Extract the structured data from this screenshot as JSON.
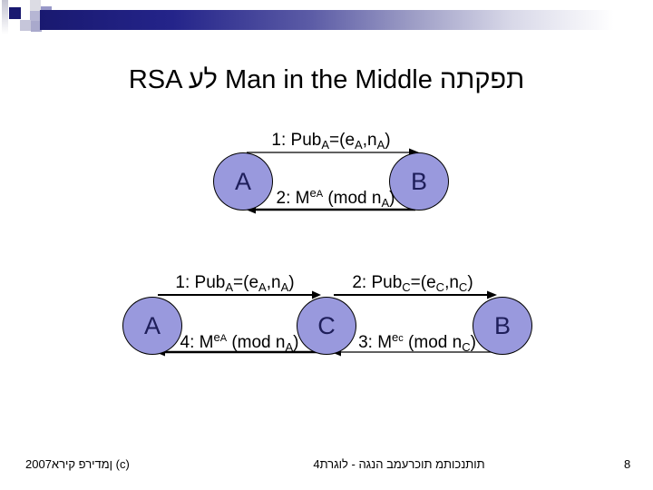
{
  "slide": {
    "title": "RSA על Man in the Middle התקפת",
    "footer_left": "2007אריק פרידמן (c)",
    "footer_center": "4תרגול - הגנה במערכות מתוכנתות",
    "page_number": "8"
  },
  "colors": {
    "accent_navy": "#191970",
    "node_fill": "#9999dd",
    "node_border": "#000000",
    "node_text": "#1e1e5a",
    "arrow": "#000000"
  },
  "top_diagram": {
    "nodes": [
      {
        "id": "A",
        "label": "A"
      },
      {
        "id": "B",
        "label": "B"
      }
    ],
    "msg1": {
      "segments": [
        {
          "t": "text",
          "v": "1: Pub"
        },
        {
          "t": "sub",
          "v": "A"
        },
        {
          "t": "text",
          "v": "=(e"
        },
        {
          "t": "sub",
          "v": "A"
        },
        {
          "t": "text",
          "v": ",n"
        },
        {
          "t": "sub",
          "v": "A"
        },
        {
          "t": "text",
          "v": ")"
        }
      ]
    },
    "msg2": {
      "segments": [
        {
          "t": "text",
          "v": "2: M"
        },
        {
          "t": "sup",
          "v": "e"
        },
        {
          "t": "sup_small",
          "v": "A"
        },
        {
          "t": "text",
          "v": " (mod n"
        },
        {
          "t": "sub",
          "v": "A"
        },
        {
          "t": "text",
          "v": ")"
        }
      ]
    }
  },
  "bottom_diagram": {
    "nodes": [
      {
        "id": "A",
        "label": "A"
      },
      {
        "id": "C",
        "label": "C"
      },
      {
        "id": "B",
        "label": "B"
      }
    ],
    "msg1": {
      "segments": [
        {
          "t": "text",
          "v": "1: Pub"
        },
        {
          "t": "sub",
          "v": "A"
        },
        {
          "t": "text",
          "v": "=(e"
        },
        {
          "t": "sub",
          "v": "A"
        },
        {
          "t": "text",
          "v": ",n"
        },
        {
          "t": "sub",
          "v": "A"
        },
        {
          "t": "text",
          "v": ")"
        }
      ]
    },
    "msg2": {
      "segments": [
        {
          "t": "text",
          "v": "2: Pub"
        },
        {
          "t": "sub",
          "v": "C"
        },
        {
          "t": "text",
          "v": "=(e"
        },
        {
          "t": "sub",
          "v": "C"
        },
        {
          "t": "text",
          "v": ",n"
        },
        {
          "t": "sub",
          "v": "C"
        },
        {
          "t": "text",
          "v": ")"
        }
      ]
    },
    "msg4": {
      "segments": [
        {
          "t": "text",
          "v": "4: M"
        },
        {
          "t": "sup",
          "v": "e"
        },
        {
          "t": "sup_small",
          "v": "A"
        },
        {
          "t": "text",
          "v": " (mod n"
        },
        {
          "t": "sub",
          "v": "A"
        },
        {
          "t": "text",
          "v": ")"
        }
      ]
    },
    "msg3": {
      "segments": [
        {
          "t": "text",
          "v": "3: M"
        },
        {
          "t": "sup",
          "v": "e"
        },
        {
          "t": "sup_small",
          "v": "c"
        },
        {
          "t": "text",
          "v": " (mod n"
        },
        {
          "t": "sub",
          "v": "C"
        },
        {
          "t": "text",
          "v": ")"
        }
      ]
    }
  }
}
